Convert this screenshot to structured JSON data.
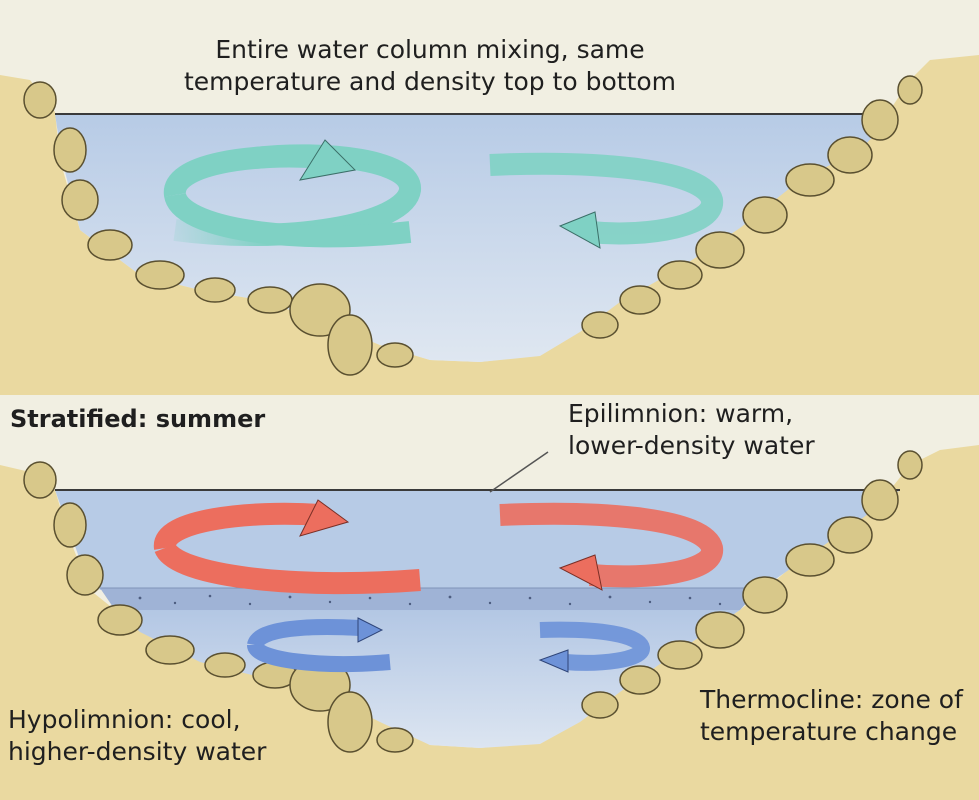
{
  "diagram": {
    "mixing_caption": {
      "line1": "Entire water column mixing, same",
      "line2": "temperature and density top to bottom"
    },
    "section_heading": "Stratified: summer",
    "epilimnion": {
      "line1": "Epilimnion: warm,",
      "line2": "lower-density water"
    },
    "hypolimnion": {
      "line1": "Hypolimnion: cool,",
      "line2": "higher-density water"
    },
    "thermocline": {
      "line1": "Thermocline: zone of",
      "line2": "temperature change"
    },
    "colors": {
      "background": "#f1efe2",
      "sand": "#ead9a0",
      "rock": "#d8c88a",
      "rock_outline": "#5a5030",
      "water": "#c4d4ea",
      "water_deep": "#b3c7e4",
      "mixing_current": "#7fd1c4",
      "warm_current": "#ec6e5e",
      "cool_current": "#6d92d8",
      "thermocline_band": "#9fb3d6"
    }
  }
}
